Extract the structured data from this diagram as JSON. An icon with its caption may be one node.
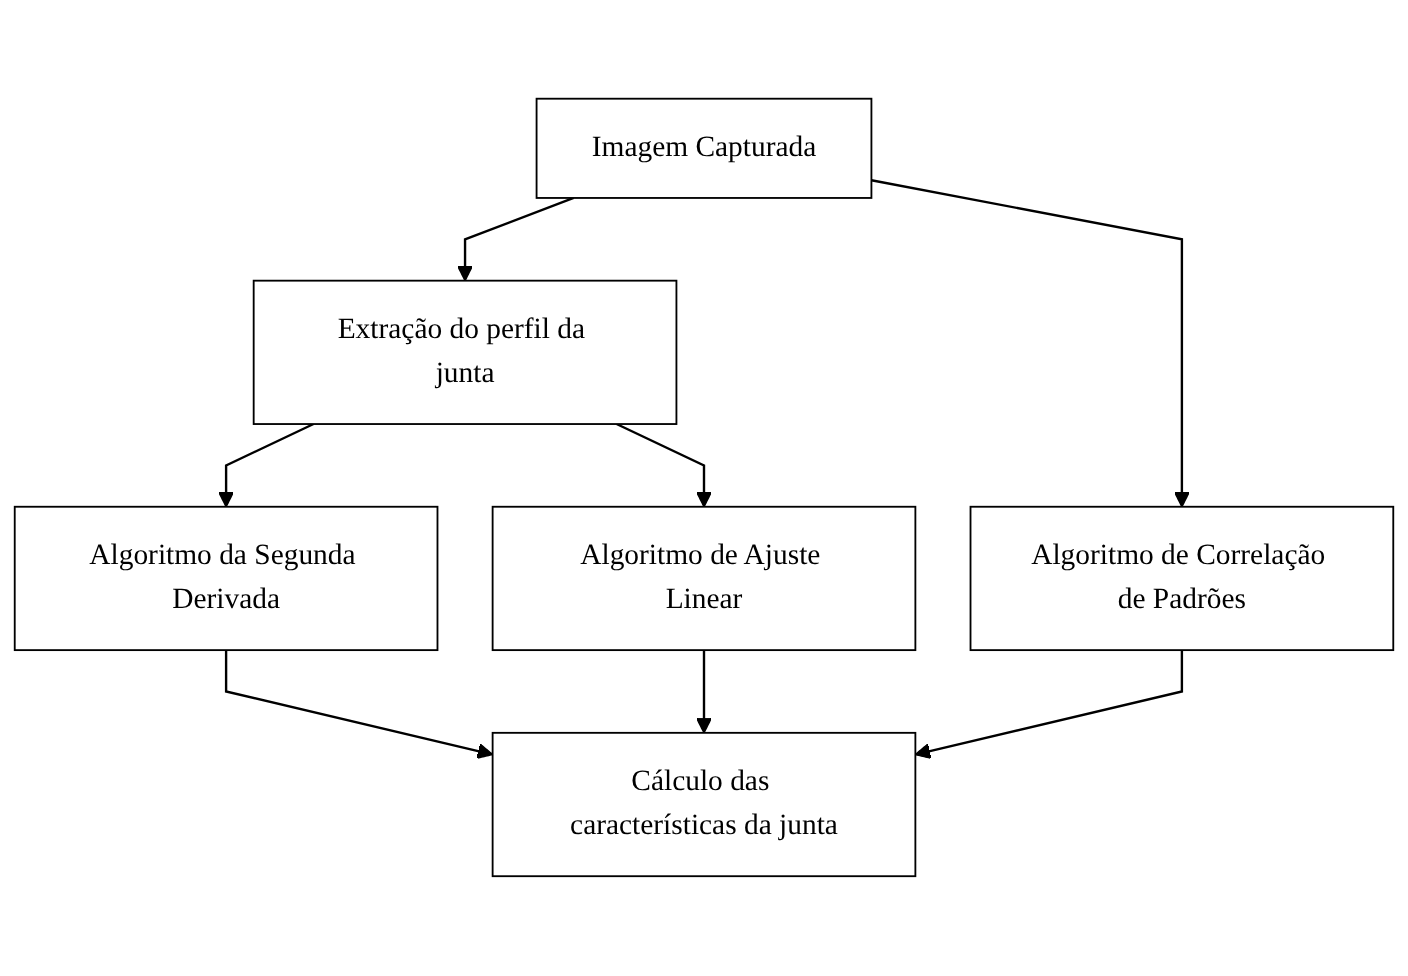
{
  "diagram": {
    "nodes": [
      {
        "text": [
          "Imagem Capturada"
        ]
      },
      {
        "text": [
          "Extração do perfil da junta"
        ]
      },
      {
        "text": [
          "Algoritmo da Segunda Derivada"
        ]
      },
      {
        "text": [
          "Algoritmo de Ajuste Linear"
        ]
      },
      {
        "text": [
          "Algoritmo de Correlação de Padrões"
        ]
      },
      {
        "text": [
          "Cálculo das características da junta"
        ]
      }
    ],
    "edges": [
      {
        "from": 0,
        "to": 1,
        "arrow": "to"
      },
      {
        "from": 0,
        "to": 4,
        "arrow": "to"
      },
      {
        "from": 1,
        "to": 2,
        "arrow": "to"
      },
      {
        "from": 1,
        "to": 3,
        "arrow": "to"
      },
      {
        "from": 2,
        "to": 5,
        "arrow": "to"
      },
      {
        "from": 3,
        "to": 5,
        "arrow": "to"
      },
      {
        "from": 4,
        "to": 5,
        "arrow": "to"
      }
    ]
  }
}
